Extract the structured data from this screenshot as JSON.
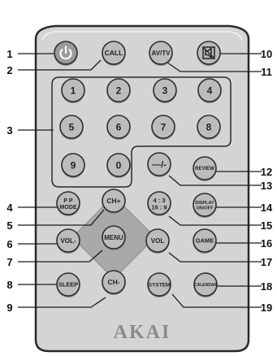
{
  "brand": "AKAI",
  "colors": {
    "body": "#d4d4d4",
    "body_outline": "#2a2a2a",
    "button": "#bcbcbc",
    "button_outline": "#2d2d2d",
    "power_button": "#9a9a9a",
    "dpad": "#a9a9a9",
    "label": "#232323"
  },
  "buttons": {
    "power": {
      "icon": "power-icon"
    },
    "call": {
      "label": "CALL"
    },
    "av_tv": {
      "label": "AV/TV"
    },
    "mute": {
      "icon": "mute-icon"
    },
    "num1": {
      "label": "1"
    },
    "num2": {
      "label": "2"
    },
    "num3": {
      "label": "3"
    },
    "num4": {
      "label": "4"
    },
    "num5": {
      "label": "5"
    },
    "num6": {
      "label": "6"
    },
    "num7": {
      "label": "7"
    },
    "num8": {
      "label": "8"
    },
    "num9": {
      "label": "9"
    },
    "num0": {
      "label": "0"
    },
    "dash": {
      "label": "—/-"
    },
    "review": {
      "label": "REVIEW"
    },
    "pp_mode": {
      "line1": "P P",
      "line2": "MODE"
    },
    "ch_up": {
      "label": "CH+"
    },
    "ratio": {
      "line1": "4 : 3",
      "line2": "16 : 9"
    },
    "display": {
      "line1": "DISPLAY",
      "line2": "ON/OFF"
    },
    "vol_down": {
      "label": "VOL-"
    },
    "menu": {
      "label": "MENU"
    },
    "vol_up": {
      "label": "VOL"
    },
    "game": {
      "label": "GAME"
    },
    "sleep": {
      "label": "SLEEP"
    },
    "ch_down": {
      "label": "CH-"
    },
    "system": {
      "label": "SYSTEM"
    },
    "calendar": {
      "label": "CALENDAR"
    }
  },
  "callouts": {
    "c1": "1",
    "c2": "2",
    "c3": "3",
    "c4": "4",
    "c5": "5",
    "c6": "6",
    "c7": "7",
    "c8": "8",
    "c9": "9",
    "c10": "10",
    "c11": "11",
    "c12": "12",
    "c13": "13",
    "c14": "14",
    "c15": "15",
    "c16": "16",
    "c17": "17",
    "c18": "18",
    "c19": "19"
  }
}
